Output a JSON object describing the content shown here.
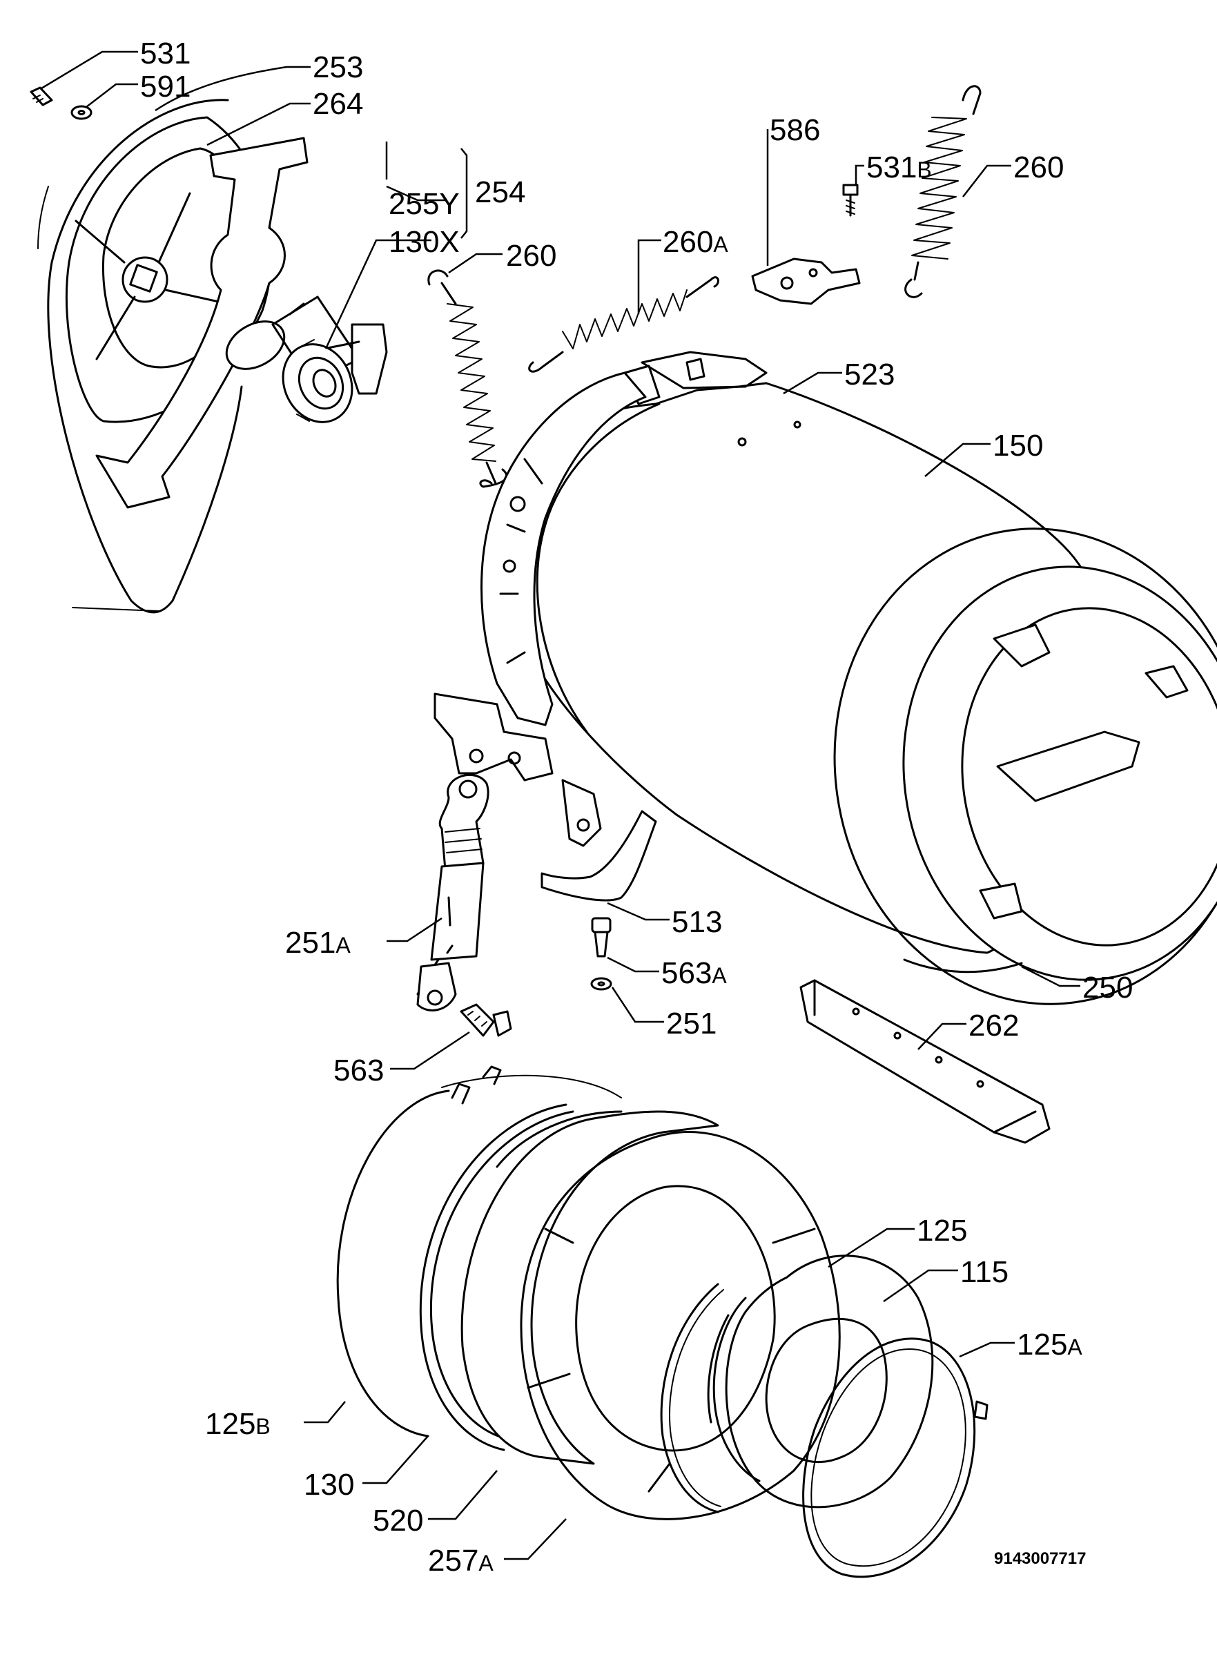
{
  "diagram_code": "9143007717",
  "labels": [
    {
      "id": "531",
      "num": "531",
      "suf": ""
    },
    {
      "id": "591",
      "num": "591",
      "suf": ""
    },
    {
      "id": "253",
      "num": "253",
      "suf": ""
    },
    {
      "id": "264",
      "num": "264",
      "suf": ""
    },
    {
      "id": "255Y",
      "num": "255Y",
      "suf": ""
    },
    {
      "id": "130X",
      "num": "130X",
      "suf": ""
    },
    {
      "id": "254",
      "num": "254",
      "suf": ""
    },
    {
      "id": "260-a",
      "num": "260",
      "suf": ""
    },
    {
      "id": "260A",
      "num": "260",
      "suf": "A"
    },
    {
      "id": "586",
      "num": "586",
      "suf": ""
    },
    {
      "id": "531B",
      "num": "531",
      "suf": "B"
    },
    {
      "id": "260-b",
      "num": "260",
      "suf": ""
    },
    {
      "id": "523",
      "num": "523",
      "suf": ""
    },
    {
      "id": "150",
      "num": "150",
      "suf": ""
    },
    {
      "id": "513",
      "num": "513",
      "suf": ""
    },
    {
      "id": "251A",
      "num": "251",
      "suf": "A"
    },
    {
      "id": "563A",
      "num": "563",
      "suf": "A"
    },
    {
      "id": "250",
      "num": "250",
      "suf": ""
    },
    {
      "id": "251",
      "num": "251",
      "suf": ""
    },
    {
      "id": "262",
      "num": "262",
      "suf": ""
    },
    {
      "id": "563",
      "num": "563",
      "suf": ""
    },
    {
      "id": "125",
      "num": "125",
      "suf": ""
    },
    {
      "id": "115",
      "num": "115",
      "suf": ""
    },
    {
      "id": "125A",
      "num": "125",
      "suf": "A"
    },
    {
      "id": "125B",
      "num": "125",
      "suf": "B"
    },
    {
      "id": "130",
      "num": "130",
      "suf": ""
    },
    {
      "id": "520",
      "num": "520",
      "suf": ""
    },
    {
      "id": "257A",
      "num": "257",
      "suf": "A"
    }
  ]
}
